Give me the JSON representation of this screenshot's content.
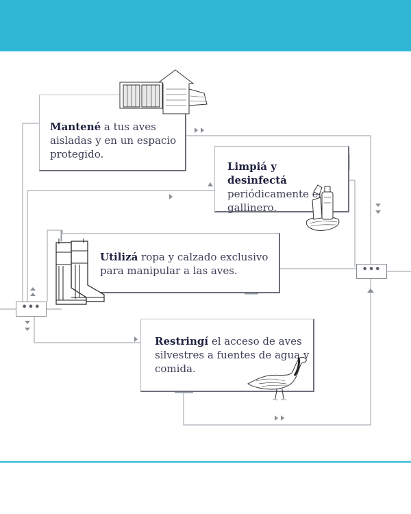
{
  "steps": [
    {
      "bold": "Mantené",
      "rest": " a tus aves aisladas y en un espacio protegido.",
      "icon": "chicken-coop-icon"
    },
    {
      "bold": "Limpiá y desinfectá",
      "rest": " periódicamente el gallinero.",
      "icon": "cleaning-supplies-icon"
    },
    {
      "bold": "Utilizá",
      "rest": " ropa y calzado exclusivo para manipular a las aves.",
      "icon": "rubber-boots-icon"
    },
    {
      "bold": "Restringí",
      "rest": " el acceso de aves silvestres a fuentes de agua y comida.",
      "icon": "goose-icon"
    }
  ],
  "connector_dots": "•••",
  "colors": {
    "accent": "#2eb8d6",
    "heading_text": "#1f2240",
    "body_text": "#3c3f57",
    "line": "#a9adb3"
  }
}
